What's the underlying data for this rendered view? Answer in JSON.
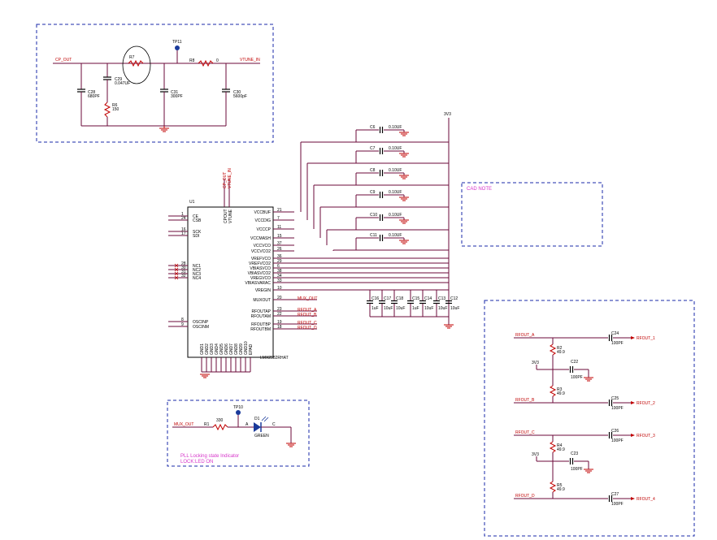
{
  "nets": {
    "cp_out": "CP_OUT",
    "vtune_in": "VTUNE_IN",
    "mux_out": "MUX_OUT",
    "rfout_a": "RFOUT_A",
    "rfout_b": "RFOUT_B",
    "rfout_c": "RFOUT_C",
    "rfout_d": "RFOUT_D",
    "rfout_1": "RFOUT_1",
    "rfout_2": "RFOUT_2",
    "rfout_3": "RFOUT_3",
    "rfout_4": "RFOUT_4",
    "v3": "3V3"
  },
  "loop_filter": {
    "tp11": "TP11",
    "r7": "R7",
    "r8": "R8",
    "r8_val": "0",
    "c28": "C28",
    "c28_val": "680PF",
    "c29": "C29",
    "c29_val": "0.047UF",
    "r6": "R6",
    "r6_val": "150",
    "c31": "C31",
    "c31_val": "300PF",
    "c30": "C30",
    "c30_val": "5600pF"
  },
  "u1": {
    "ref": "U1",
    "part": "LMX2582RHAT",
    "top_pins": [
      "CPOUT",
      "VTUNE"
    ],
    "top_nets": [
      "CP_OUT",
      "VTUNE_IN"
    ],
    "left_pins": [
      {
        "num": "1",
        "name": "CE"
      },
      {
        "num": "24",
        "name": "CSB"
      },
      {
        "num": "16",
        "name": "SCK"
      },
      {
        "num": "17",
        "name": "SDI"
      },
      {
        "num": "28",
        "name": "NC1"
      },
      {
        "num": "30",
        "name": "NC2"
      },
      {
        "num": "31",
        "name": "NC3"
      },
      {
        "num": "32",
        "name": "NC4"
      },
      {
        "num": "8",
        "name": "OSCINP"
      },
      {
        "num": "9",
        "name": "OSCINM"
      }
    ],
    "right_pins": [
      {
        "num": "21",
        "name": "VCCBUF"
      },
      {
        "num": "7",
        "name": "VCCDIG"
      },
      {
        "num": "11",
        "name": "VCCCP"
      },
      {
        "num": "15",
        "name": "VCCMASH"
      },
      {
        "num": "37",
        "name": "VCCVCO"
      },
      {
        "num": "26",
        "name": "VCCVCO2"
      },
      {
        "num": "36",
        "name": "VREFVCO"
      },
      {
        "num": "29",
        "name": "VREFVCO2"
      },
      {
        "num": "6",
        "name": "VBIASVCO"
      },
      {
        "num": "38",
        "name": "VBIASVCO2"
      },
      {
        "num": "34",
        "name": "VREGVCO"
      },
      {
        "num": "33",
        "name": "VBIASVARAC"
      },
      {
        "num": "10",
        "name": "VREGIN"
      },
      {
        "num": "20",
        "name": "MUXOUT"
      },
      {
        "num": "23",
        "name": "RFOUTAP"
      },
      {
        "num": "22",
        "name": "RFOUTAM"
      },
      {
        "num": "19",
        "name": "RFOUTBP"
      },
      {
        "num": "18",
        "name": "RFOUTBM"
      }
    ],
    "bottom_pins": [
      "GND1",
      "GND2",
      "GND3",
      "GND4",
      "GND5",
      "GND6",
      "GND7",
      "GND8",
      "GND9",
      "GND10",
      "EPAD"
    ],
    "right_nets": [
      "RFOUT_A",
      "RFOUT_B",
      "RFOUT_C",
      "RFOUT_D"
    ]
  },
  "decoupling": {
    "caps": [
      {
        "ref": "C6",
        "val": "0.10UF"
      },
      {
        "ref": "C7",
        "val": "0.10UF"
      },
      {
        "ref": "C8",
        "val": "0.10UF"
      },
      {
        "ref": "C9",
        "val": "0.10UF"
      },
      {
        "ref": "C10",
        "val": "0.10UF"
      },
      {
        "ref": "C11",
        "val": "0.10UF"
      }
    ],
    "bottom_caps": [
      {
        "ref": "C16",
        "val": "1uF"
      },
      {
        "ref": "C17",
        "val": "10uF"
      },
      {
        "ref": "C18",
        "val": "10uF"
      },
      {
        "ref": "C15",
        "val": "1uF"
      },
      {
        "ref": "C14",
        "val": "10uF"
      },
      {
        "ref": "C13",
        "val": "10uF"
      },
      {
        "ref": "C12",
        "val": "10uF"
      }
    ]
  },
  "cad_note": "CAD NOTE",
  "led_block": {
    "tp10": "TP10",
    "r1": "R1",
    "r1_val": "330",
    "d1": "D1",
    "d1_val": "GREEN",
    "a": "A",
    "c": "C",
    "note1": "PLL Locking state Indicator",
    "note2": "LOCK:LED ON"
  },
  "rf_block": {
    "c24": "C24",
    "c24_val": "100PF",
    "c25": "C25",
    "c25_val": "100PF",
    "c26": "C26",
    "c26_val": "100PF",
    "c27": "C27",
    "c27_val": "100PF",
    "c22": "C22",
    "c22_val": "100PF",
    "c23": "C23",
    "c23_val": "100PF",
    "r2": "R2",
    "r2_val": "49.9",
    "r3": "R3",
    "r3_val": "49.9",
    "r4": "R4",
    "r4_val": "49.9",
    "r5": "R5",
    "r5_val": "49.9"
  },
  "colors": {
    "wire": "#6b0a3a",
    "net_label": "#c00000",
    "box": "#1a2aa8",
    "note": "#d633c9",
    "testpoint": "#1a3a9a"
  }
}
